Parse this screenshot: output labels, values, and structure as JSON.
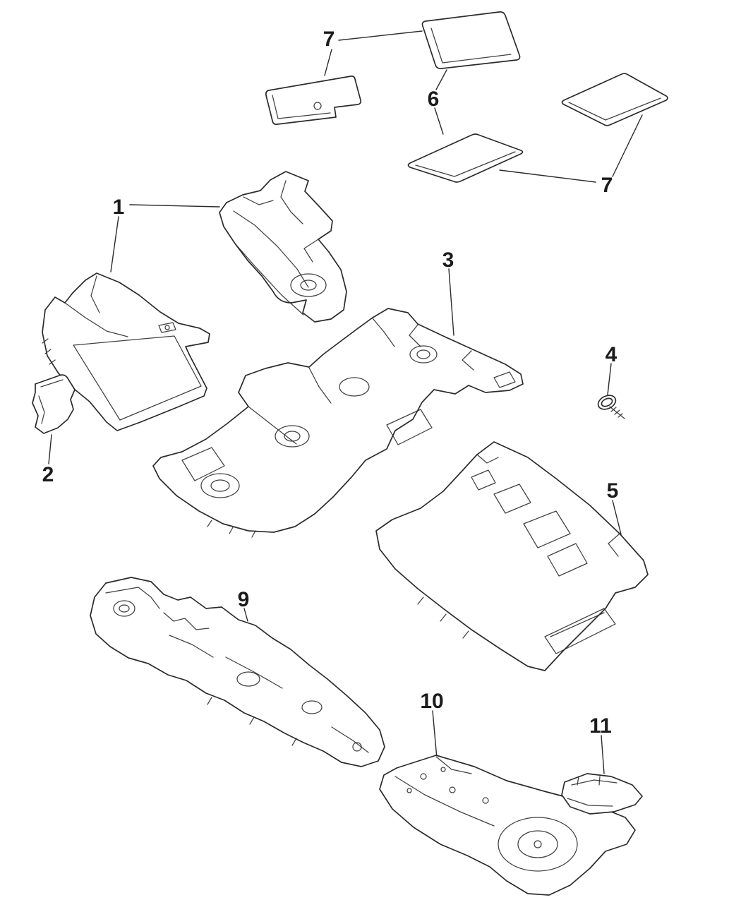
{
  "page": {
    "background": "#ffffff"
  },
  "diagram": {
    "type": "exploded-parts-line-art",
    "line_color": "#2b2b2b",
    "callouts": [
      {
        "id": "callout-1",
        "label": "1"
      },
      {
        "id": "callout-2",
        "label": "2"
      },
      {
        "id": "callout-3",
        "label": "3"
      },
      {
        "id": "callout-4",
        "label": "4"
      },
      {
        "id": "callout-5",
        "label": "5"
      },
      {
        "id": "callout-6",
        "label": "6"
      },
      {
        "id": "callout-7-top",
        "label": "7"
      },
      {
        "id": "callout-7-bottom",
        "label": "7"
      },
      {
        "id": "callout-9",
        "label": "9"
      },
      {
        "id": "callout-10",
        "label": "10"
      },
      {
        "id": "callout-11",
        "label": "11"
      }
    ]
  }
}
